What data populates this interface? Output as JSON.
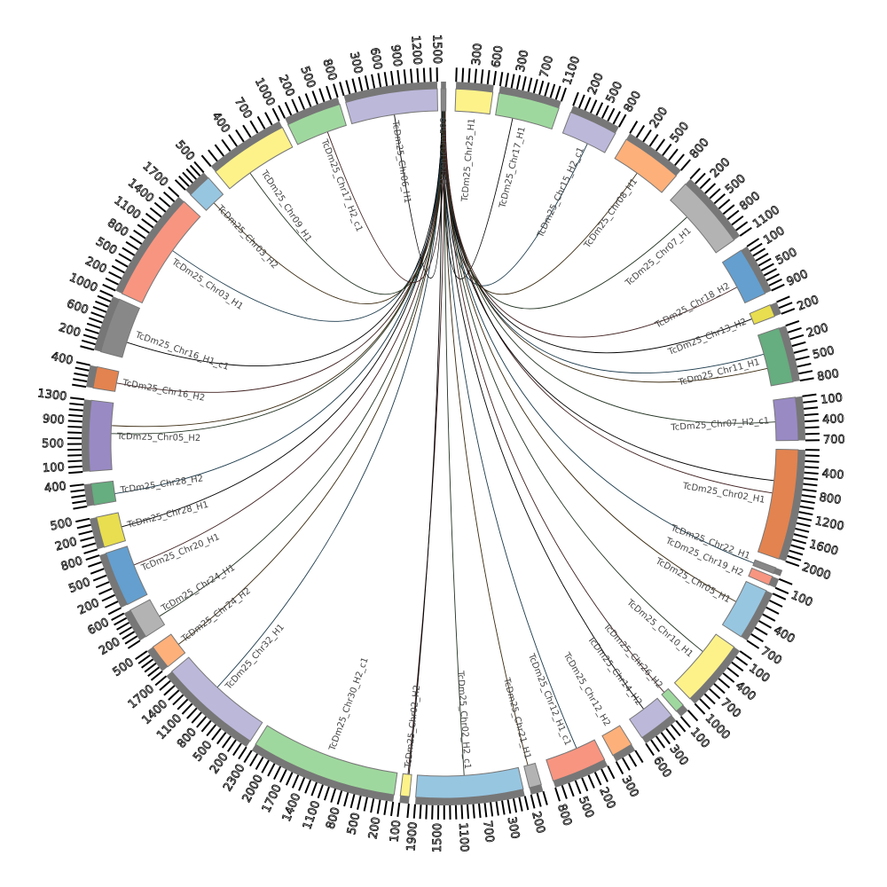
{
  "diagram": {
    "type": "circos",
    "hub_label": "HerenTcDm509",
    "segments": [
      {
        "label": "HerenTcDm509",
        "color": "#888888",
        "tick_max": 0
      },
      {
        "label": "TcDm25_Chr25_H1",
        "color": "#fdf28a",
        "tick_max": 600
      },
      {
        "label": "TcDm25_Chr17_H1",
        "color": "#9fd89e",
        "tick_max": 1100
      },
      {
        "label": "TcDm25_Chr15_H2_c1",
        "color": "#bcb8da",
        "tick_max": 800
      },
      {
        "label": "TcDm25_Chr08_H1",
        "color": "#fdb07a",
        "tick_max": 800
      },
      {
        "label": "TcDm25_Chr07_H1",
        "color": "#b3b3b3",
        "tick_max": 1100
      },
      {
        "label": "TcDm25_Chr18_H2",
        "color": "#649fcf",
        "tick_max": 900
      },
      {
        "label": "TcDm25_Chr13_H2",
        "color": "#e8de4f",
        "tick_max": 200
      },
      {
        "label": "TcDm25_Chr11_H1",
        "color": "#66ad7f",
        "tick_max": 800
      },
      {
        "label": "TcDm25_Chr07_H2_c1",
        "color": "#998ac4",
        "tick_max": 700
      },
      {
        "label": "TcDm25_Chr02_H1",
        "color": "#e3834f",
        "tick_max": 2000
      },
      {
        "label": "TcDm25_Chr22_H1",
        "color": "#888888",
        "tick_max": 0
      },
      {
        "label": "TcDm25_Chr19_H2",
        "color": "#f79581",
        "tick_max": 100
      },
      {
        "label": "TcDm25_Chr05_H1",
        "color": "#97c6e1",
        "tick_max": 700
      },
      {
        "label": "TcDm25_Chr10_H1",
        "color": "#fdf28a",
        "tick_max": 1000
      },
      {
        "label": "TcDm25_Chr26_H2",
        "color": "#9fd89e",
        "tick_max": 100
      },
      {
        "label": "TcDm25_Chr14_H2",
        "color": "#bcb8da",
        "tick_max": 600
      },
      {
        "label": "TcDm25_Chr12_H2",
        "color": "#fdb07a",
        "tick_max": 300
      },
      {
        "label": "TcDm25_Chr12_H1_c1",
        "color": "#f79581",
        "tick_max": 800
      },
      {
        "label": "TcDm25_Chr21_H1",
        "color": "#b3b3b3",
        "tick_max": 200
      },
      {
        "label": "TcDm25_Chr02_H2_c1",
        "color": "#97c6e1",
        "tick_max": 1900
      },
      {
        "label": "TcDm25_Chr02_H2",
        "color": "#fdf28a",
        "tick_max": 100
      },
      {
        "label": "TcDm25_Chr30_H2_c1",
        "color": "#9fd89e",
        "tick_max": 2300
      },
      {
        "label": "TcDm25_Chr32_H1",
        "color": "#bcb8da",
        "tick_max": 1700
      },
      {
        "label": "TcDm25_Chr24_H2",
        "color": "#fdb07a",
        "tick_max": 500
      },
      {
        "label": "TcDm25_Chr24_H1",
        "color": "#b3b3b3",
        "tick_max": 600
      },
      {
        "label": "TcDm25_Chr20_H1",
        "color": "#649fcf",
        "tick_max": 800
      },
      {
        "label": "TcDm25_Chr28_H1",
        "color": "#e8de4f",
        "tick_max": 500
      },
      {
        "label": "TcDm25_Chr28_H2",
        "color": "#66ad7f",
        "tick_max": 400
      },
      {
        "label": "TcDm25_Chr05_H2",
        "color": "#998ac4",
        "tick_max": 1300
      },
      {
        "label": "TcDm25_Chr16_H2",
        "color": "#e3834f",
        "tick_max": 400
      },
      {
        "label": "TcDm25_Chr16_H1_c1",
        "color": "#888888",
        "tick_max": 1000
      },
      {
        "label": "TcDm25_Chr03_H1",
        "color": "#f79581",
        "tick_max": 1700
      },
      {
        "label": "TcDm25_Chr03_H2",
        "color": "#97c6e1",
        "tick_max": 500
      },
      {
        "label": "TcDm25_Chr09_H1",
        "color": "#fdf28a",
        "tick_max": 1000
      },
      {
        "label": "TcDm25_Chr17_H2_c1",
        "color": "#9fd89e",
        "tick_max": 800
      },
      {
        "label": "TcDm25_Chr06_H1",
        "color": "#bcb8da",
        "tick_max": 1500
      }
    ],
    "links": [
      {
        "from": 0,
        "to": 2
      },
      {
        "from": 0,
        "to": 3
      },
      {
        "from": 0,
        "to": 4
      },
      {
        "from": 0,
        "to": 5
      },
      {
        "from": 0,
        "to": 6
      },
      {
        "from": 0,
        "to": 7
      },
      {
        "from": 0,
        "to": 8
      },
      {
        "from": 0,
        "to": 8
      },
      {
        "from": 0,
        "to": 9
      },
      {
        "from": 0,
        "to": 10
      },
      {
        "from": 0,
        "to": 10
      },
      {
        "from": 0,
        "to": 11
      },
      {
        "from": 0,
        "to": 13
      },
      {
        "from": 0,
        "to": 14
      },
      {
        "from": 0,
        "to": 15
      },
      {
        "from": 0,
        "to": 16
      },
      {
        "from": 0,
        "to": 18
      },
      {
        "from": 0,
        "to": 19
      },
      {
        "from": 0,
        "to": 20
      },
      {
        "from": 0,
        "to": 21
      },
      {
        "from": 0,
        "to": 21
      },
      {
        "from": 0,
        "to": 23
      },
      {
        "from": 0,
        "to": 24
      },
      {
        "from": 0,
        "to": 25
      },
      {
        "from": 0,
        "to": 26
      },
      {
        "from": 0,
        "to": 27
      },
      {
        "from": 0,
        "to": 28
      },
      {
        "from": 0,
        "to": 29
      },
      {
        "from": 0,
        "to": 29
      },
      {
        "from": 0,
        "to": 30
      },
      {
        "from": 0,
        "to": 31
      },
      {
        "from": 0,
        "to": 32
      },
      {
        "from": 0,
        "to": 33
      },
      {
        "from": 0,
        "to": 34
      },
      {
        "from": 0,
        "to": 35
      },
      {
        "from": 0,
        "to": 36
      }
    ]
  }
}
